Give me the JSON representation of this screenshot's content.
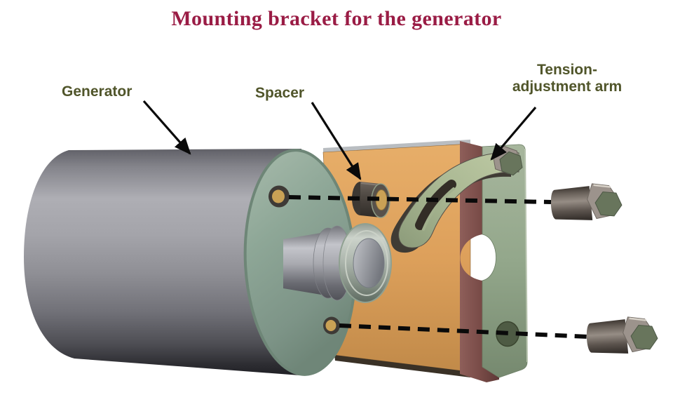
{
  "figure": {
    "title": "Mounting bracket for the generator"
  },
  "labels": {
    "generator": "Generator",
    "spacer": "Spacer",
    "tension_adjustment_arm": {
      "lines": [
        "Tension-",
        "adjustment arm"
      ]
    }
  },
  "colors": {
    "title": "#9a1c45",
    "label": "#50552a",
    "annotation_line": "#0a0a0a",
    "generator_gray": "#96969c",
    "generator_face": "#8ea797",
    "face_rim": "#6e8677",
    "bracket_orange": "#dda05b",
    "bracket_bottom_edge": "#3a3126",
    "bracket_top_edge": "#b9bdc1",
    "flange_green": "#93a78b",
    "flange_side_maroon": "#7a4c48",
    "flange_hole": "#4e5b44",
    "arm_sage": "#aab893",
    "arm_shadow": "#3f3b34",
    "hole_gold": "#c9a155",
    "hole_ring": "#3e3a36",
    "bolt_head_green": "#68755c",
    "bolt_metal_light": "#9c938c",
    "spacer_dark": "#4a453f",
    "shaft_gray": "#a9aab0"
  }
}
